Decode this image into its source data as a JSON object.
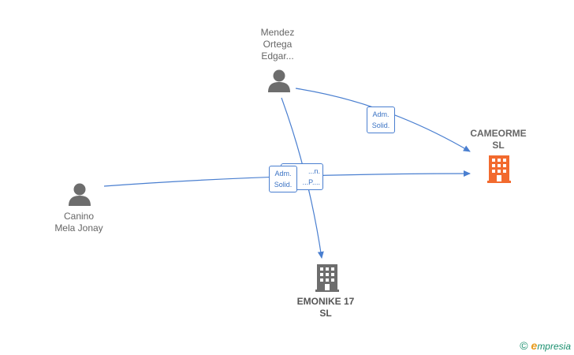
{
  "nodes": {
    "mendez": {
      "label": "Mendez\nOrtega\nEdgar..."
    },
    "canino": {
      "label": "Canino\nMela Jonay"
    },
    "cameorme": {
      "label": "CAMEORME\nSL"
    },
    "emonike": {
      "label": "EMONIKE 17\nSL"
    }
  },
  "edges": {
    "mendez_cameorme": {
      "line1": "Adm.",
      "line2": "Solid."
    },
    "canino_cameorme": {
      "line1": "Adm.",
      "line2": "Solid."
    },
    "mendez_emonike": {
      "line1": "...n.",
      "line2": "...P...."
    }
  },
  "colors": {
    "edge": "#4a7fd0",
    "person": "#6d6d6d",
    "company": "#6d6d6d",
    "company_highlight": "#f26a2e"
  },
  "watermark": {
    "symbol": "©",
    "brand_initial": "e",
    "brand_rest": "mpresia"
  }
}
